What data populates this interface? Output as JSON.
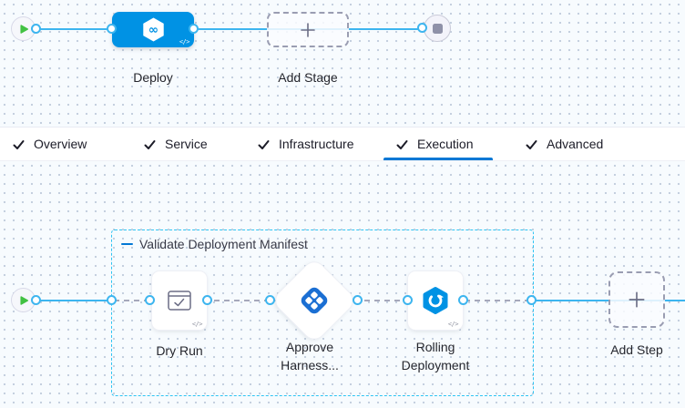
{
  "colors": {
    "canvas-bg": "#f7fbfe",
    "dot": "#c2cedd",
    "line": "#3db5ef",
    "dash-line": "#a6a8bb",
    "primary": "#0092e4",
    "approve-blue": "#1b6fd3",
    "underline": "#0278d5",
    "group-border": "#2ec4f3",
    "play-green": "#42c142",
    "text-dark": "#26272e",
    "text-label": "#383946",
    "icon-grey": "#6b6d85",
    "node-border": "#d8d9e8",
    "add-border": "#9a9db2"
  },
  "glyphs": {
    "code": "</>"
  },
  "stage_graph": {
    "stage_label": "Deploy",
    "add_stage_label": "Add Stage"
  },
  "tabs": {
    "items": [
      {
        "label": "Overview",
        "checked": true
      },
      {
        "label": "Service",
        "checked": true
      },
      {
        "label": "Infrastructure",
        "checked": true
      },
      {
        "label": "Execution",
        "checked": true
      },
      {
        "label": "Advanced",
        "checked": true
      }
    ],
    "active": "Execution"
  },
  "execution_graph": {
    "group_label": "Validate Deployment Manifest",
    "steps": [
      {
        "label": "Dry Run",
        "icon": "dry-run-window-check"
      },
      {
        "label": "Approve Harness...",
        "icon": "harness-approval-diamond"
      },
      {
        "label": "Rolling Deployment",
        "icon": "rolling-deployment"
      }
    ],
    "add_step_label": "Add Step"
  }
}
